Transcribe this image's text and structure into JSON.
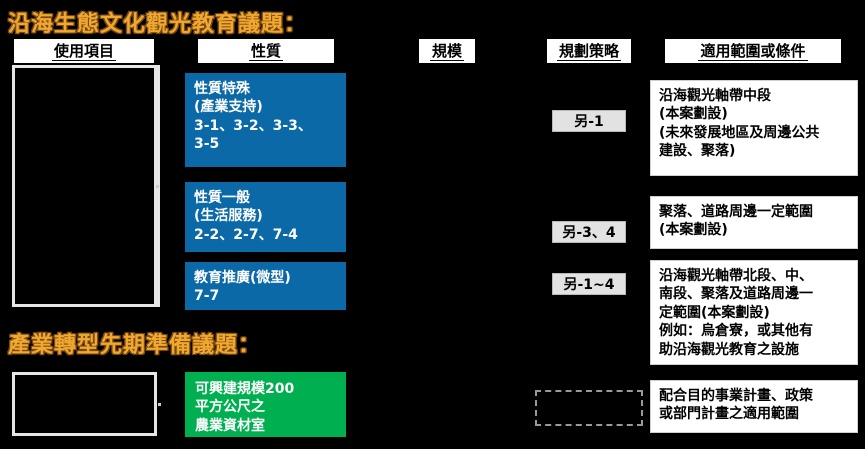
{
  "page": {
    "background": "#000000",
    "accent_orange": "#F0A830",
    "accent_blue": "#0B69A8",
    "accent_green": "#00B050",
    "chip_gray": "#E2E2E2"
  },
  "sections": {
    "coastal": {
      "title": "沿海生態文化觀光教育議題：",
      "headers": [
        {
          "label": "使用項目"
        },
        {
          "label": "性質"
        },
        {
          "label": "規模"
        },
        {
          "label": "規劃策略"
        },
        {
          "label": "適用範圍或條件"
        }
      ],
      "use_item_box": {
        "label": ""
      },
      "nature_boxes": [
        {
          "text": "性質特殊\n(產業支持)\n3-1、3-2、3-3、\n3-5"
        },
        {
          "text": "性質一般\n(生活服務)\n2-2、2-7、7-4"
        },
        {
          "text": "教育推廣(微型)\n7-7"
        }
      ],
      "scale_values": [],
      "strategy_chips": [
        {
          "label": "另-1"
        },
        {
          "label": "另-3、4"
        },
        {
          "label": "另-1~4"
        }
      ],
      "scope_boxes": [
        {
          "text": "沿海觀光軸帶中段\n(本案劃設)\n(未來發展地區及周邊公共\n建設、聚落)"
        },
        {
          "text": "聚落、道路周邊一定範圍\n(本案劃設)"
        },
        {
          "text": "沿海觀光軸帶北段、中、\n南段、聚落及道路周邊一\n定範圍(本案劃設)\n例如：烏倉寮，或其他有\n助沿海觀光教育之設施"
        }
      ]
    },
    "industry": {
      "title": "產業轉型先期準備議題：",
      "use_item_box": {
        "label": ""
      },
      "nature_box": {
        "text": "可興建規模200\n平方公尺之\n農業資材室"
      },
      "strategy_chip": {
        "label": ""
      },
      "scope_box": {
        "text": "配合目的事業計畫、政策\n或部門計畫之適用範圍"
      }
    }
  }
}
